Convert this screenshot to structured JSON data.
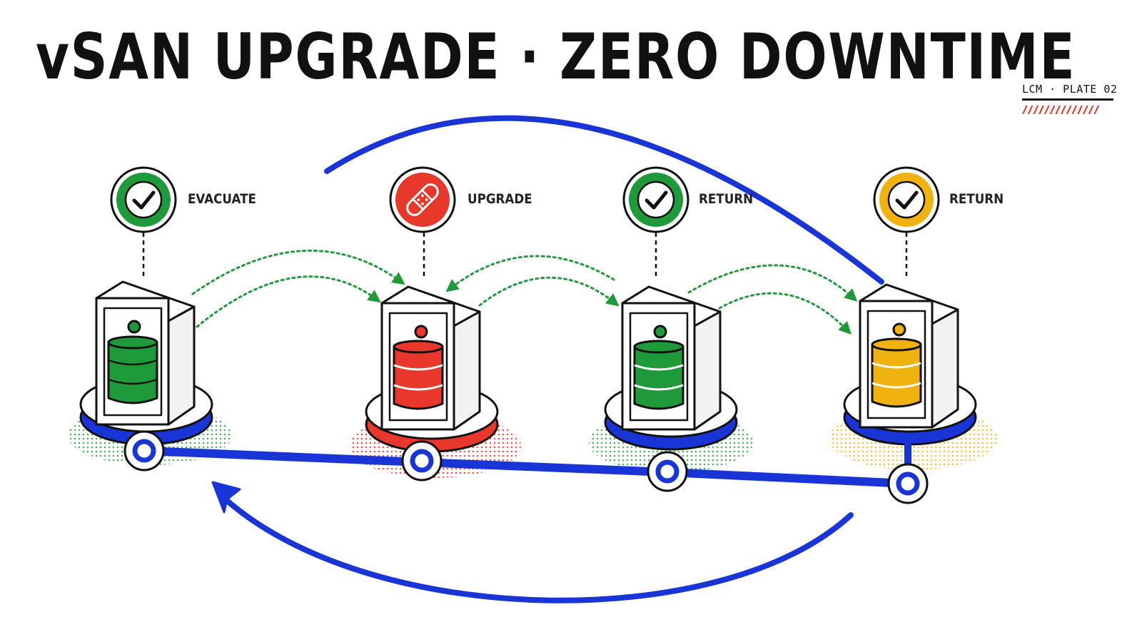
{
  "title": "vSAN UPGRADE · ZERO DOWNTIME",
  "plate": "LCM · PLATE 02",
  "colors": {
    "green": "#1e9a3a",
    "red": "#e8382b",
    "amber": "#f0b20e",
    "blue": "#1a35d6",
    "ink": "#111111"
  },
  "steps": [
    {
      "label": "EVACUATE",
      "status": "green",
      "icon": "check-icon"
    },
    {
      "label": "UPGRADE",
      "status": "red",
      "icon": "bandage-icon"
    },
    {
      "label": "RETURN",
      "status": "green",
      "icon": "check-icon"
    },
    {
      "label": "RETURN",
      "status": "amber",
      "icon": "check-icon"
    }
  ]
}
